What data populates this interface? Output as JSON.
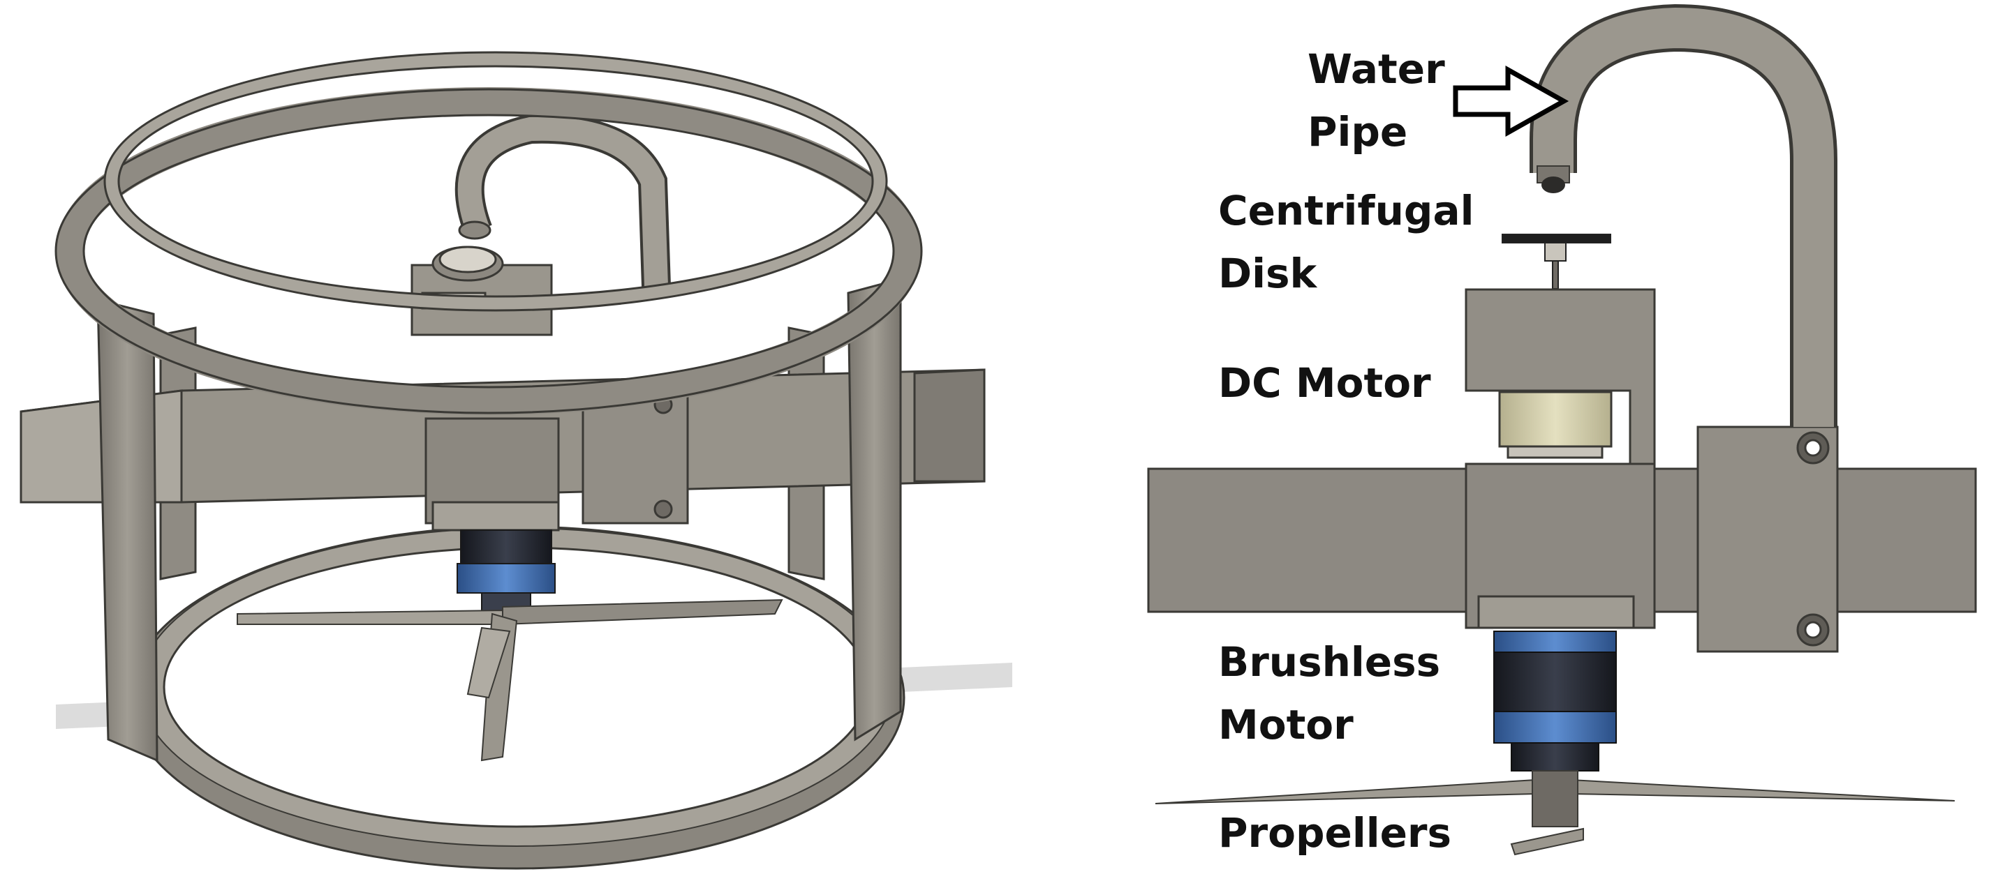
{
  "colors": {
    "frame": "#8f8b83",
    "frame_light": "#aaa69d",
    "frame_dark": "#5f5c56",
    "outline": "#3a3935",
    "motor_blue": "#3d69a8",
    "motor_dark": "#1c1f27",
    "dc_motor_body": "#d6d2ae",
    "shadow": "#d9d9d9",
    "label_text": "#111111",
    "background": "#ffffff"
  },
  "labels": {
    "water_pipe": [
      "Water",
      "Pipe"
    ],
    "centrifugal_disk": [
      "Centrifugal",
      "Disk"
    ],
    "dc_motor": [
      "DC Motor"
    ],
    "brushless_motor": [
      "Brushless",
      "Motor"
    ],
    "propellers": [
      "Propellers"
    ]
  },
  "icons": {
    "pointer": "arrow-right-icon"
  }
}
